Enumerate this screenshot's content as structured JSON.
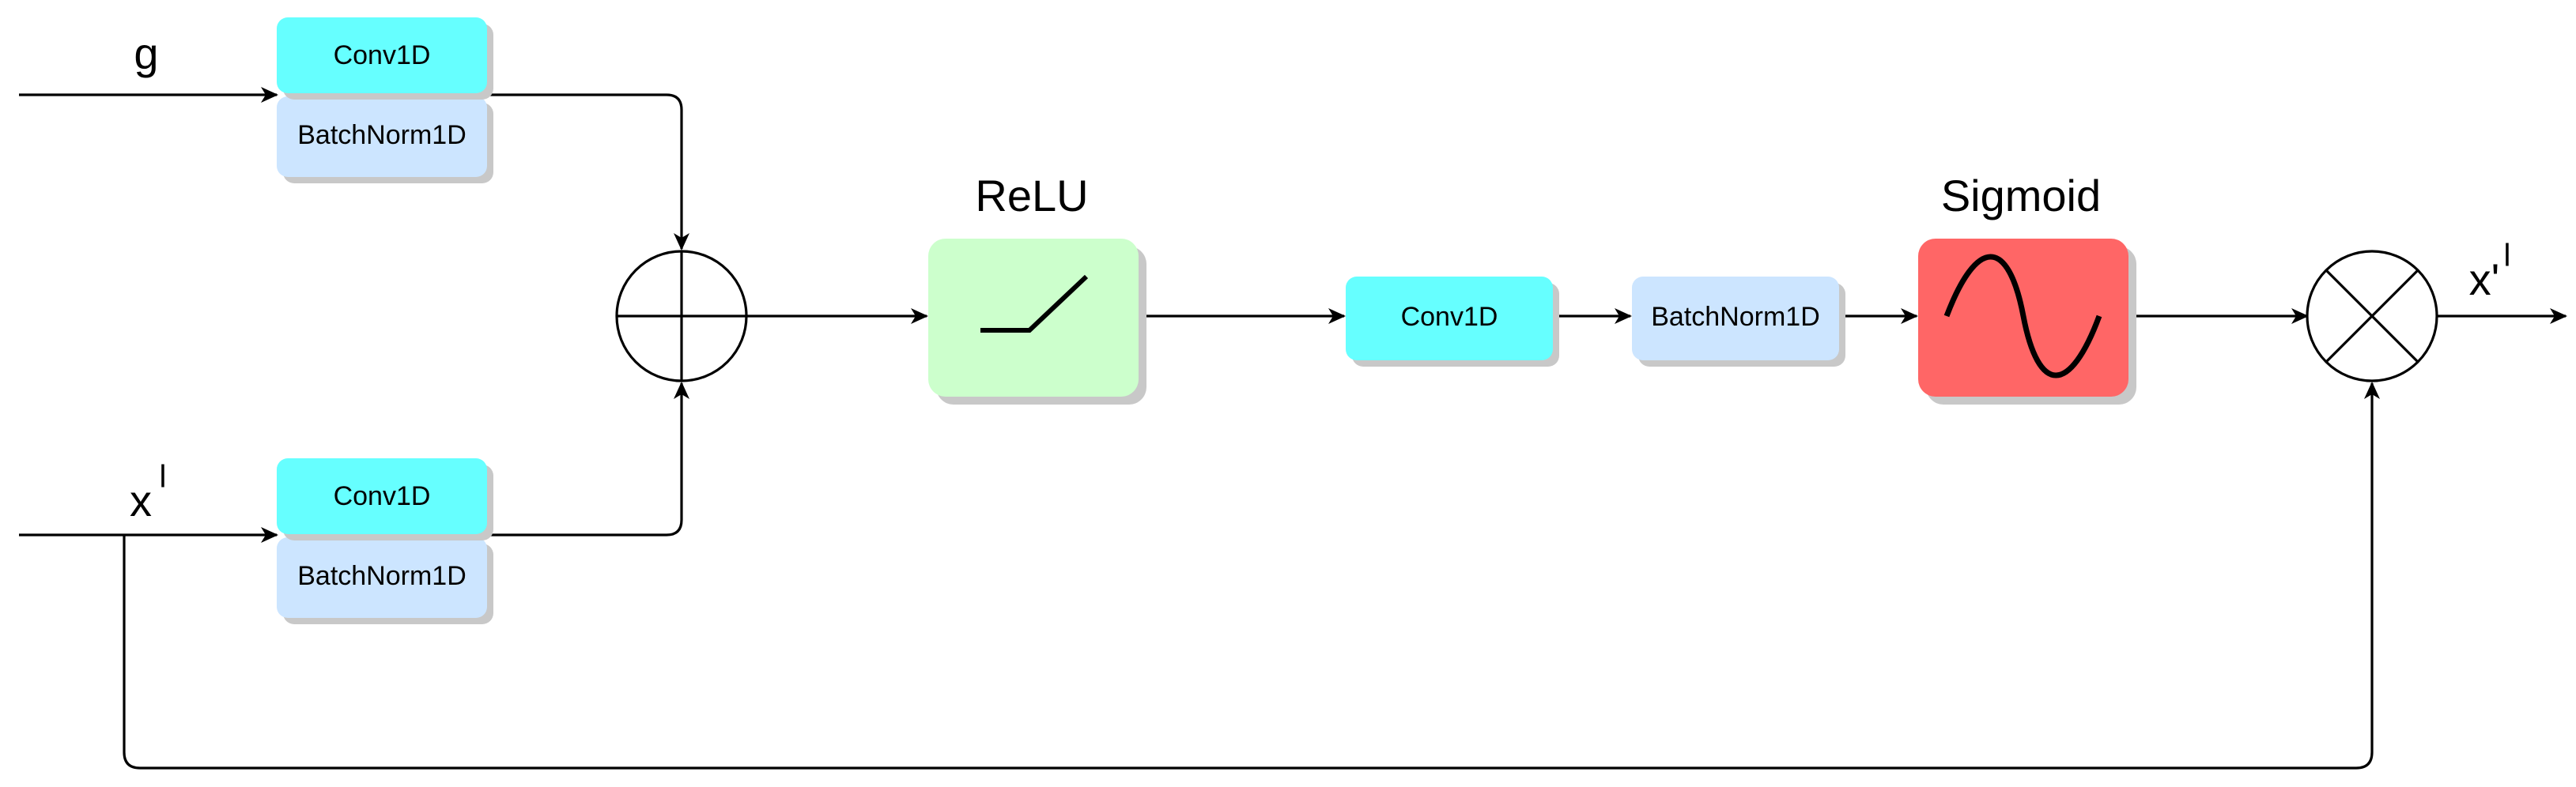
{
  "inputs": {
    "g_label": "g",
    "x_label": "x",
    "x_superscript": "l"
  },
  "output": {
    "label": "x'",
    "superscript": "l"
  },
  "g_branch": {
    "conv": "Conv1D",
    "norm": "BatchNorm1D"
  },
  "x_branch": {
    "conv": "Conv1D",
    "norm": "BatchNorm1D"
  },
  "relu": {
    "title": "ReLU"
  },
  "mid": {
    "conv": "Conv1D",
    "norm": "BatchNorm1D"
  },
  "sigmoid": {
    "title": "Sigmoid"
  },
  "colors": {
    "conv": "#66ffff",
    "norm": "#cce5ff",
    "relu": "#ccffcc",
    "sigmoid": "#ff6666",
    "shadow": "#c8c8c8",
    "line": "#000000"
  },
  "icons": {
    "sum": "circle-plus-icon",
    "product": "circle-times-icon",
    "relu": "relu-curve-icon",
    "sigmoid": "sine-wave-icon"
  }
}
